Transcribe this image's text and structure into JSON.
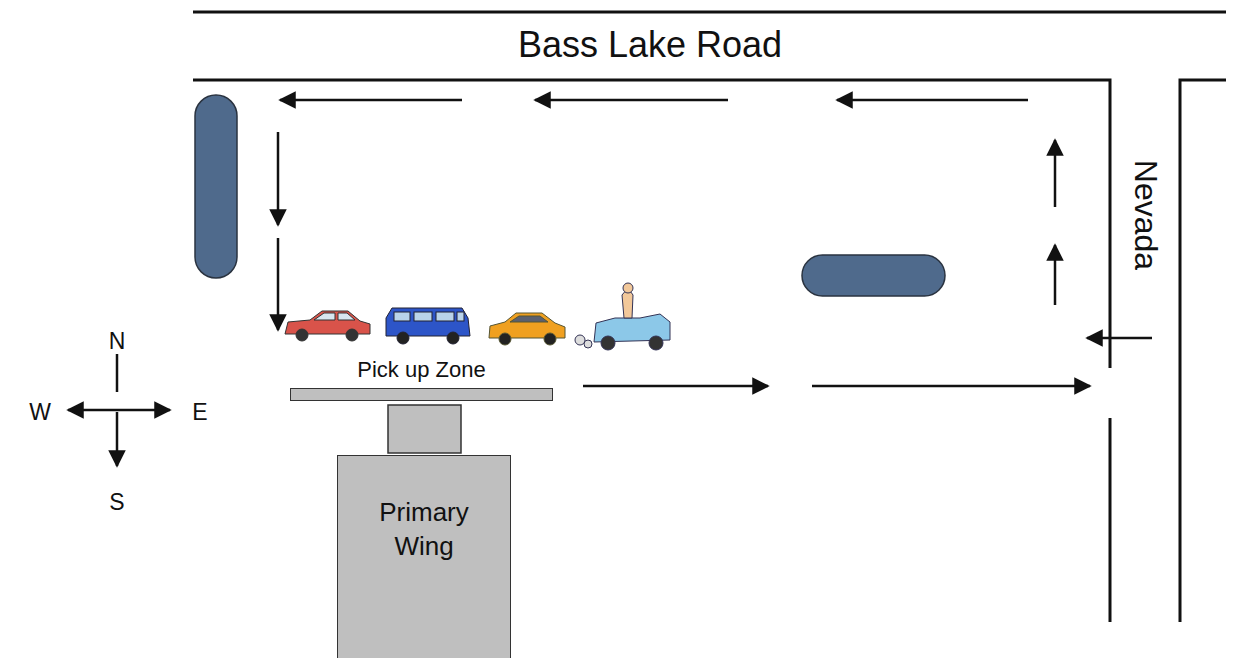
{
  "diagram": {
    "nodes": [
      {
        "text": [
          "Pick up Zone"
        ]
      },
      {
        "text": [
          "Primary Wing"
        ]
      }
    ],
    "edges": [],
    "labels": [
      "Bass Lake Road",
      "Nevada",
      "N",
      "W",
      "E",
      "S"
    ]
  }
}
